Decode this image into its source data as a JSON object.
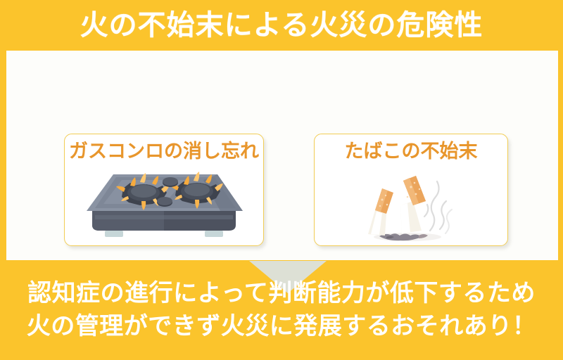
{
  "poster": {
    "title": "火の不始末による火災の危険性",
    "background_color": "#fbc42c",
    "panel_color": "#fdfdfa",
    "title_color": "#ffffff"
  },
  "cards": [
    {
      "heading": "ガスコンロの消し忘れ",
      "heading_color": "#e8962c",
      "border_color": "#f2cd54",
      "illustration": "gas-stove-with-flames-icon"
    },
    {
      "heading": "たばこの不始末",
      "heading_color": "#e8962c",
      "border_color": "#f2cd54",
      "illustration": "crushed-cigarette-butts-with-smoke-icon"
    }
  ],
  "arrow": {
    "icon": "down-triangle-arrow-icon",
    "color": "#dde0d5"
  },
  "message": {
    "line1": "認知症の進行によって判断能力が低下するため",
    "line2": "火の管理ができず火災に発展するおそれあり！",
    "color": "#ffffff"
  }
}
